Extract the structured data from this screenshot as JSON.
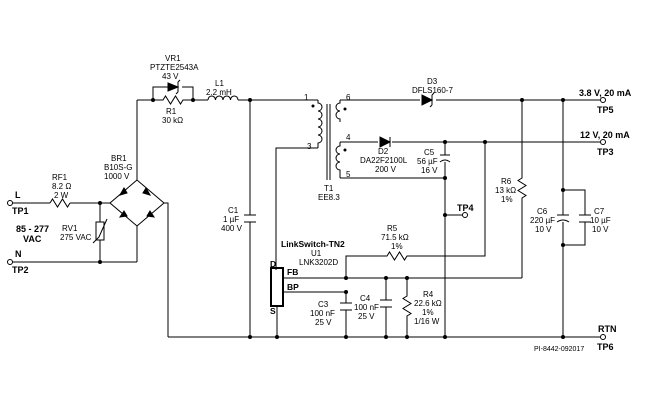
{
  "terminals": {
    "tp1_name": "L",
    "tp1": "TP1",
    "tp2_name": "N",
    "tp2": "TP2",
    "ac_range": "85 - 277",
    "ac_unit": "VAC",
    "tp5_label": "3.8 V, 20 mA",
    "tp5": "TP5",
    "tp3_label": "12 V, 20 mA",
    "tp3": "TP3",
    "tp4": "TP4",
    "rtn": "RTN",
    "tp6": "TP6"
  },
  "components": {
    "rf1": {
      "ref": "RF1",
      "value": "8.2 Ω",
      "rating": "2 W"
    },
    "rv1": {
      "ref": "RV1",
      "value": "275 VAC"
    },
    "br1": {
      "ref": "BR1",
      "part": "B10S-G",
      "rating": "1000 V"
    },
    "vr1": {
      "ref": "VR1",
      "part": "PTZTE2543A",
      "value": "43 V"
    },
    "r1": {
      "ref": "R1",
      "value": "30 kΩ"
    },
    "l1": {
      "ref": "L1",
      "value": "2.2 mH"
    },
    "c1": {
      "ref": "C1",
      "value": "1 µF",
      "rating": "400 V"
    },
    "t1": {
      "ref": "T1",
      "part": "EE8.3",
      "pin1": "1",
      "pin3": "3",
      "pin4": "4",
      "pin5": "5",
      "pin6": "6"
    },
    "d3": {
      "ref": "D3",
      "part": "DFLS160-7"
    },
    "d2": {
      "ref": "D2",
      "part": "DA22F2100L",
      "rating": "200 V"
    },
    "c5": {
      "ref": "C5",
      "value": "56 µF",
      "rating": "16 V"
    },
    "r6": {
      "ref": "R6",
      "value": "13 kΩ",
      "tol": "1%"
    },
    "c6": {
      "ref": "C6",
      "value": "220 µF",
      "rating": "10 V"
    },
    "c7": {
      "ref": "C7",
      "value": "10 µF",
      "rating": "10 V"
    },
    "u1": {
      "title": "LinkSwitch-TN2",
      "ref": "U1",
      "part": "LNK3202D",
      "pin_d": "D",
      "pin_s": "S",
      "pin_fb": "FB",
      "pin_bp": "BP"
    },
    "r5": {
      "ref": "R5",
      "value": "71.5 kΩ",
      "tol": "1%"
    },
    "c3": {
      "ref": "C3",
      "value": "100 nF",
      "rating": "25 V"
    },
    "c4": {
      "ref": "C4",
      "value": "100 nF",
      "rating": "25 V"
    },
    "r4": {
      "ref": "R4",
      "value": "22.6 kΩ",
      "tol": "1%",
      "rating": "1/16 W"
    }
  },
  "footer": {
    "doc_id": "PI-8442-092017"
  }
}
